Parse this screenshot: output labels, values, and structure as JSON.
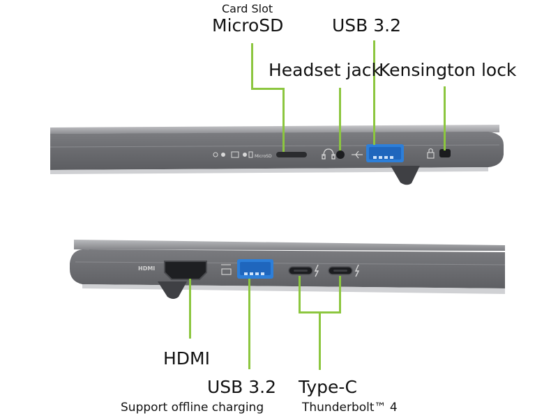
{
  "top_view": {
    "labels": {
      "card_slot_caption": "Card Slot",
      "microsd": "MicroSD",
      "usb": "USB 3.2",
      "headset": "Headset jack",
      "kensington": "Kensington lock"
    },
    "port_markings": {
      "microsd": "MicroSD"
    }
  },
  "bottom_view": {
    "labels": {
      "hdmi": "HDMI",
      "usb": "USB 3.2",
      "usb_sub": "Support offline charging",
      "typec": "Type-C",
      "typec_sub": "Thunderbolt™ 4"
    },
    "port_markings": {
      "hdmi": "HDMI"
    }
  },
  "colors": {
    "callout_line": "#8cc63f",
    "chassis": "#6d6e72",
    "usb_port": "#2d7fd9"
  }
}
